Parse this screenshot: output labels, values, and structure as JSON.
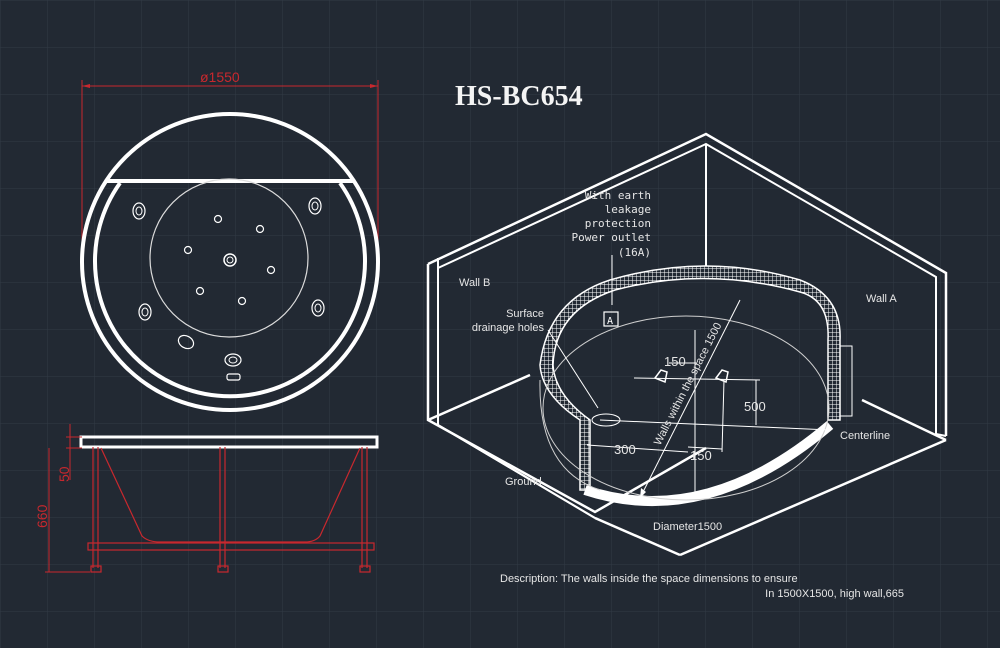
{
  "title": "HS-BC654",
  "colors": {
    "background": "#222933",
    "grid": "#3a4350",
    "line": "#ffffff",
    "dimension_red": "#c8282e"
  },
  "top_view": {
    "diameter_label": "ø1550"
  },
  "side_view": {
    "rim_height_label": "50",
    "total_height_label": "660"
  },
  "iso_view": {
    "outlet_note": [
      "With earth",
      "leakage",
      "protection",
      "Power outlet",
      "(16A)"
    ],
    "wall_b": "Wall B",
    "wall_a": "Wall A",
    "drainage_note": [
      "Surface",
      "drainage holes"
    ],
    "space_note": "Walls within the space 1500",
    "dim_150_top": "150",
    "dim_500": "500",
    "dim_300": "300",
    "dim_150_bottom": "150",
    "centerline": "Centerline",
    "ground": "Ground",
    "diameter": "Diameter1500"
  },
  "description": {
    "line1": "Description: The walls inside the space dimensions to ensure",
    "line2": "In 1500X1500, high wall,665"
  }
}
